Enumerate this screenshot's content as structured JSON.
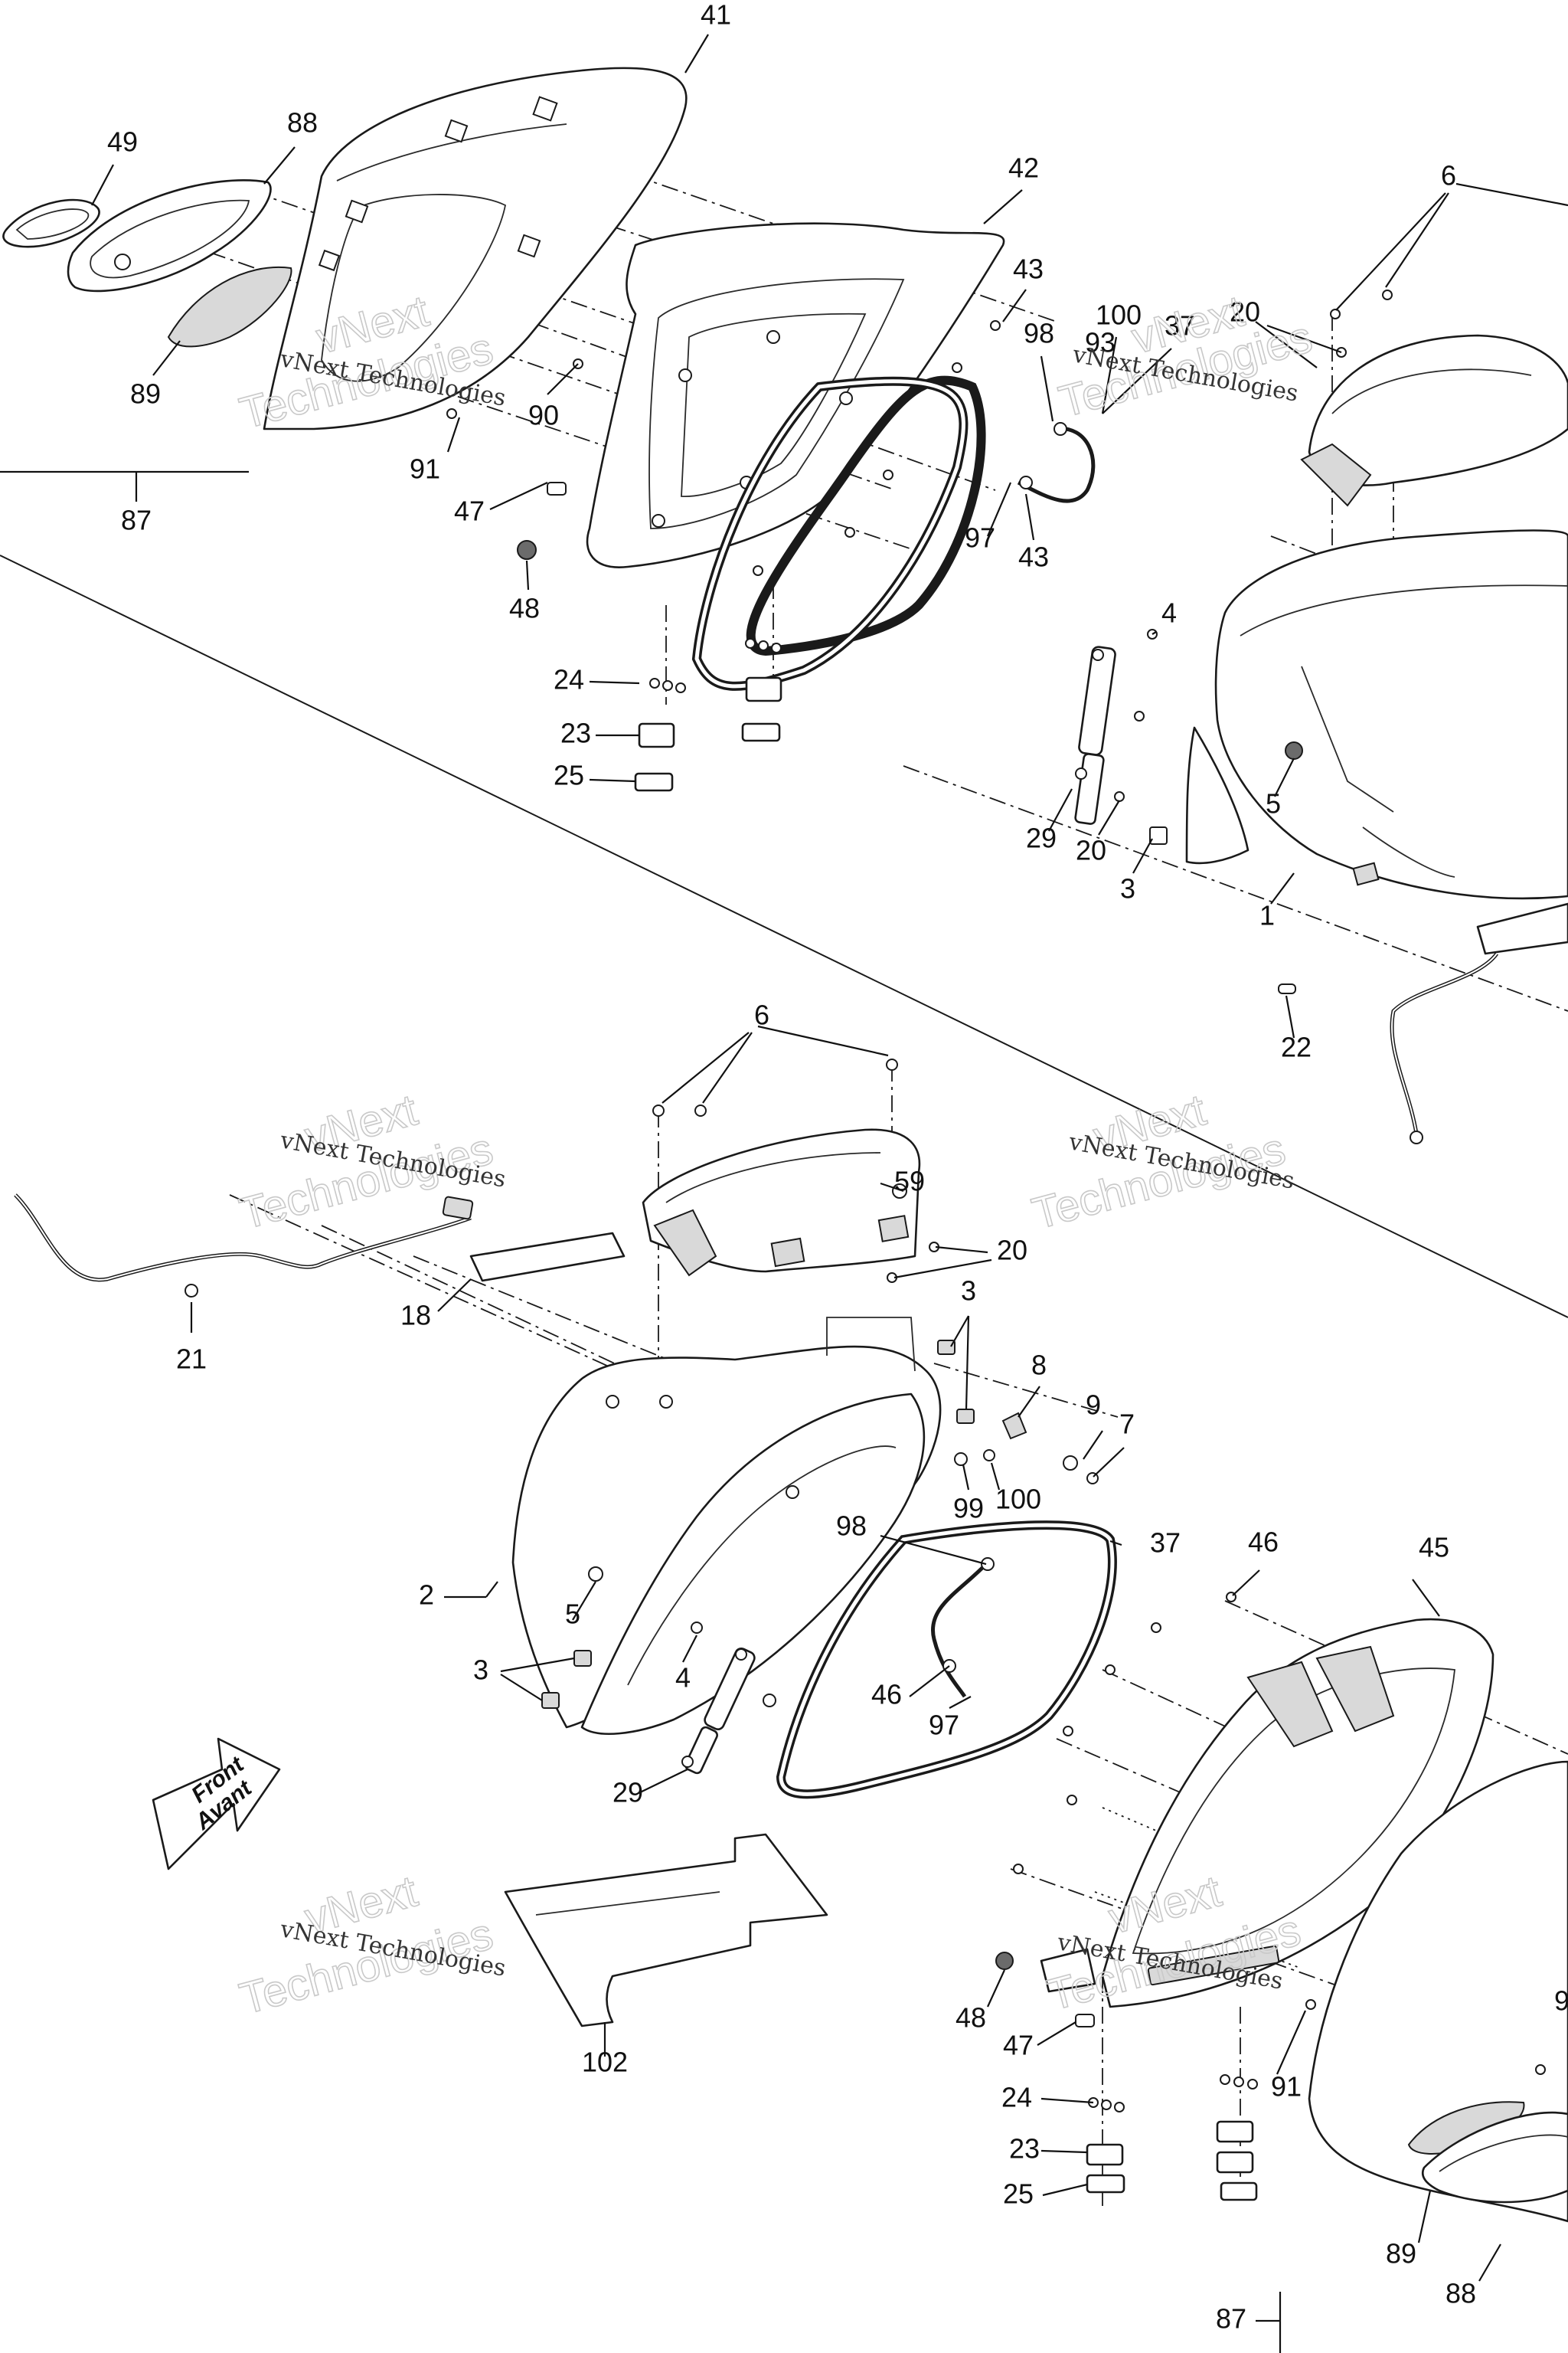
{
  "callouts": {
    "c41": "41",
    "c49": "49",
    "c88a": "88",
    "c42": "42",
    "c43a": "43",
    "c98a": "98",
    "c100a": "100",
    "c37a": "37",
    "c20a": "20",
    "c6a": "6",
    "c93": "93",
    "c89a": "89",
    "c90": "90",
    "c91a": "91",
    "c87a": "87",
    "c47a": "47",
    "c97a": "97",
    "c43b": "43",
    "c48a": "48",
    "c4a": "4",
    "c24a": "24",
    "c23a": "23",
    "c25a": "25",
    "c5a": "5",
    "c29a": "29",
    "c20b": "20",
    "c3a": "3",
    "c1": "1",
    "c22": "22",
    "c6b": "6",
    "c59": "59",
    "c20c": "20",
    "c21": "21",
    "c18": "18",
    "c3b": "3",
    "c8": "8",
    "c9": "9",
    "c7": "7",
    "c99": "99",
    "c100b": "100",
    "c98b": "98",
    "c37b": "37",
    "c46a": "46",
    "c45": "45",
    "c2": "2",
    "c5b": "5",
    "c3c": "3",
    "c4b": "4",
    "c46b": "46",
    "c97b": "97",
    "c29b": "29",
    "c102": "102",
    "c48b": "48",
    "c47b": "47",
    "c24b": "24",
    "c91b": "91",
    "c23b": "23",
    "c25b": "25",
    "c89b": "89",
    "c88b": "88",
    "c87b": "87",
    "c9partial": "9"
  },
  "front_arrow": {
    "line1": "Front",
    "line2": "Avant"
  },
  "watermark": {
    "small": "vNext Technologies",
    "big1": "vNext",
    "big2": "Technologies"
  }
}
